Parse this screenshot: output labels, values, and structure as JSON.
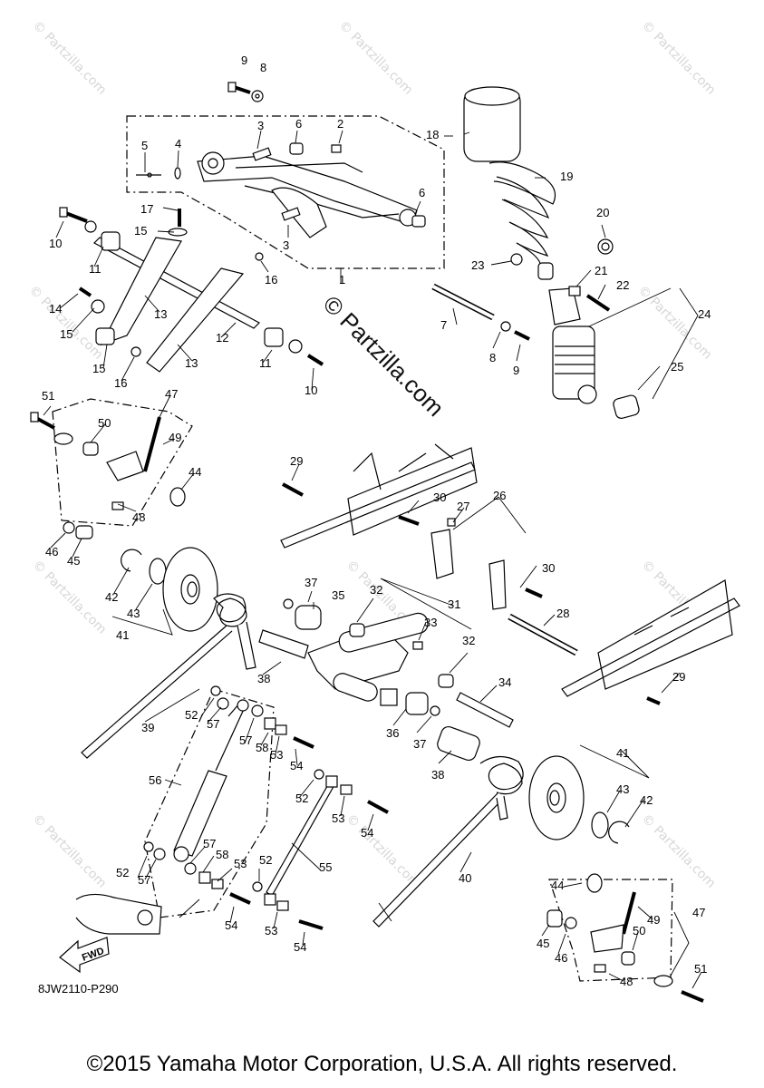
{
  "diagram": {
    "code": "8JW2110-P290",
    "copyright": "©2015 Yamaha Motor Corporation, U.S.A. All rights reserved.",
    "center_watermark": "© Partzilla.com",
    "watermark": "© Partzilla.com",
    "fwd_label": "FWD",
    "line_color": "#000000",
    "part_fill": "#ffffff",
    "watermark_color": "#d6d6d6"
  },
  "callouts": {
    "c1": "1",
    "c2": "2",
    "c3a": "3",
    "c3b": "3",
    "c4": "4",
    "c5": "5",
    "c6a": "6",
    "c6b": "6",
    "c7": "7",
    "c8a": "8",
    "c8b": "8",
    "c9a": "9",
    "c9b": "9",
    "c10a": "10",
    "c10b": "10",
    "c11a": "11",
    "c11b": "11",
    "c12": "12",
    "c13a": "13",
    "c13b": "13",
    "c14": "14",
    "c15a": "15",
    "c15b": "15",
    "c15c": "15",
    "c16a": "16",
    "c16b": "16",
    "c17": "17",
    "c18": "18",
    "c19": "19",
    "c20": "20",
    "c21": "21",
    "c22": "22",
    "c23": "23",
    "c24": "24",
    "c25": "25",
    "c26": "26",
    "c27": "27",
    "c28": "28",
    "c29a": "29",
    "c29b": "29",
    "c30a": "30",
    "c30b": "30",
    "c31": "31",
    "c32a": "32",
    "c32b": "32",
    "c33": "33",
    "c34": "34",
    "c35": "35",
    "c36": "36",
    "c37a": "37",
    "c37b": "37",
    "c38a": "38",
    "c38b": "38",
    "c39": "39",
    "c40": "40",
    "c41a": "41",
    "c41b": "41",
    "c42a": "42",
    "c42b": "42",
    "c43a": "43",
    "c43b": "43",
    "c44a": "44",
    "c44b": "44",
    "c45a": "45",
    "c45b": "45",
    "c46a": "46",
    "c46b": "46",
    "c47a": "47",
    "c47b": "47",
    "c48a": "48",
    "c48b": "48",
    "c49a": "49",
    "c49b": "49",
    "c50a": "50",
    "c50b": "50",
    "c51a": "51",
    "c51b": "51",
    "c52a": "52",
    "c52b": "52",
    "c52c": "52",
    "c52d": "52",
    "c53a": "53",
    "c53b": "53",
    "c53c": "53",
    "c53d": "53",
    "c54a": "54",
    "c54b": "54",
    "c54c": "54",
    "c54d": "54",
    "c55": "55",
    "c56": "56",
    "c57a": "57",
    "c57b": "57",
    "c57c": "57",
    "c57d": "57",
    "c58a": "58",
    "c58b": "58"
  }
}
